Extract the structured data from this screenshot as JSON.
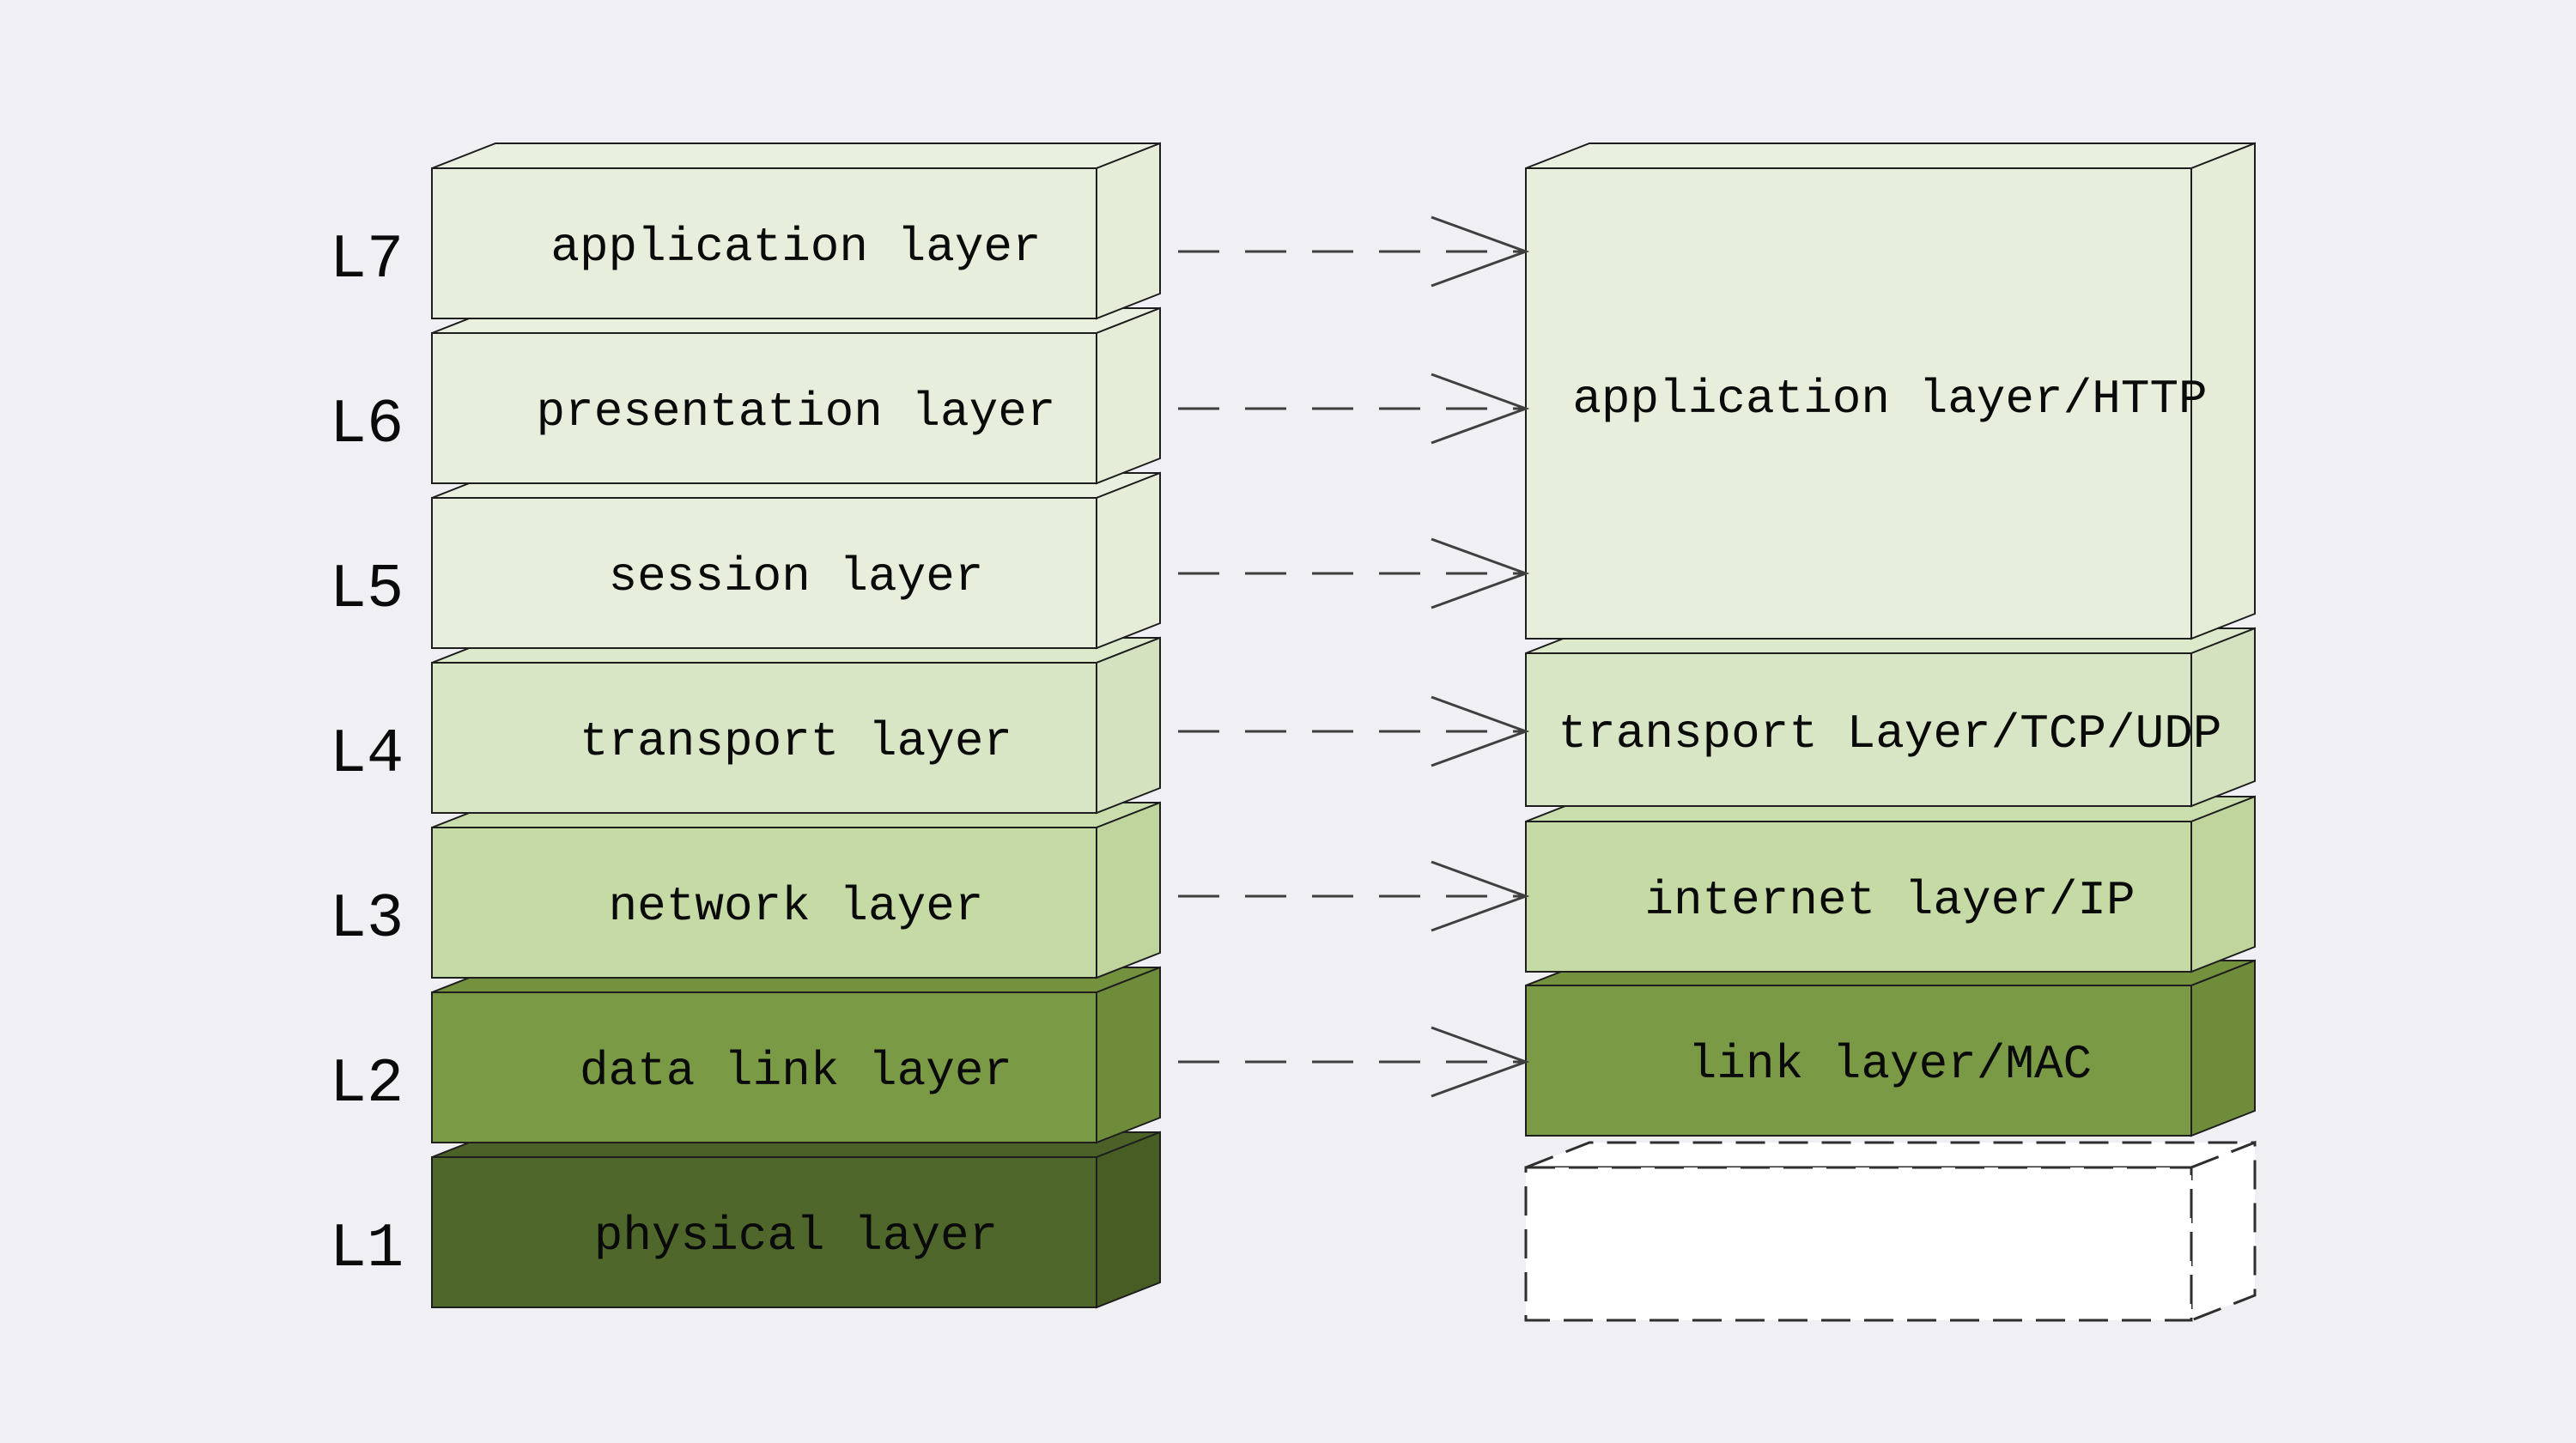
{
  "osi": {
    "l7": {
      "tag": "L7",
      "label": "application layer"
    },
    "l6": {
      "tag": "L6",
      "label": "presentation layer"
    },
    "l5": {
      "tag": "L5",
      "label": "session layer"
    },
    "l4": {
      "tag": "L4",
      "label": "transport layer"
    },
    "l3": {
      "tag": "L3",
      "label": "network layer"
    },
    "l2": {
      "tag": "L2",
      "label": "data link layer"
    },
    "l1": {
      "tag": "L1",
      "label": "physical layer"
    }
  },
  "tcpip": {
    "application": {
      "label": "application layer/HTTP"
    },
    "transport": {
      "label": "transport Layer/TCP/UDP"
    },
    "internet": {
      "label": "internet layer/IP"
    },
    "link": {
      "label": "link layer/MAC"
    },
    "physical": {
      "label": ""
    }
  },
  "colors": {
    "background": "#f0eff4",
    "edge_stroke": "#1e1e1e",
    "arrow_stroke": "#3f3f3f",
    "text": "#0a0a0a",
    "dashed_box_fill": "#ffffff",
    "level1": {
      "front": "#e7eedb",
      "top": "#e9f0df",
      "side": "#e5edd8"
    },
    "level2": {
      "front": "#d9e6c5",
      "top": "#dce9ca",
      "side": "#d4e2bf"
    },
    "level3": {
      "front": "#c6daa6",
      "top": "#cadead",
      "side": "#c0d59e"
    },
    "level4": {
      "front": "#7b9a45",
      "top": "#74913e",
      "side": "#6f8c3a"
    },
    "level5": {
      "front": "#50672b",
      "top": "#4b6127",
      "side": "#475d23"
    }
  }
}
